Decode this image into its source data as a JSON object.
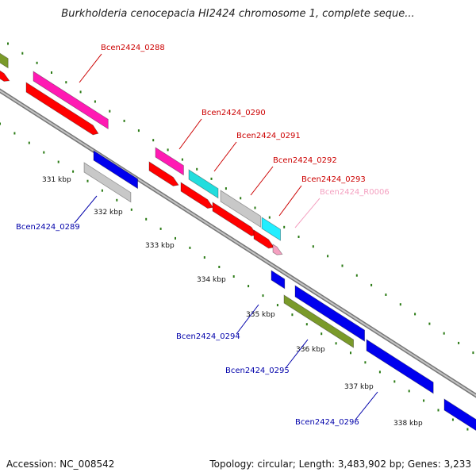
{
  "title": "Burkholderia cenocepacia HI2424 chromosome 1, complete seque...",
  "footer": {
    "accession": "Accession: NC_008542",
    "topology": "Topology: circular; Length: 3,483,902 bp; Genes: 3,233"
  },
  "colors": {
    "backbone": "#999999",
    "tick_dots": "#2a7a14",
    "label_forward": "#cc0000",
    "label_reverse": "#0000aa",
    "label_rna": "#f4a0c0"
  },
  "kbp_labels": [
    "331 kbp",
    "332 kbp",
    "333 kbp",
    "334 kbp",
    "335 kbp",
    "336 kbp",
    "337 kbp",
    "338 kbp"
  ],
  "gene_labels": [
    {
      "text": "Bcen2424_0288",
      "color": "#cc0000"
    },
    {
      "text": "Bcen2424_0290",
      "color": "#cc0000"
    },
    {
      "text": "Bcen2424_0291",
      "color": "#cc0000"
    },
    {
      "text": "Bcen2424_0292",
      "color": "#cc0000"
    },
    {
      "text": "Bcen2424_0293",
      "color": "#cc0000"
    },
    {
      "text": "Bcen2424_R0006",
      "color": "#f4a0c0"
    },
    {
      "text": "Bcen2424_0289",
      "color": "#0000aa"
    },
    {
      "text": "Bcen2424_0294",
      "color": "#0000aa"
    },
    {
      "text": "Bcen2424_0295",
      "color": "#0000aa"
    },
    {
      "text": "Bcen2424_0296",
      "color": "#0000aa"
    }
  ],
  "features": [
    {
      "name": "feature-0288-cog",
      "color": "#ff1ab3"
    },
    {
      "name": "feature-0288-cds",
      "color": "#ff0000"
    },
    {
      "name": "feature-0290-cog",
      "color": "#ff1ab3"
    },
    {
      "name": "feature-0290-cds",
      "color": "#ff0000"
    },
    {
      "name": "feature-0291-cog",
      "color": "#22dddd"
    },
    {
      "name": "feature-0291-cds",
      "color": "#ff0000"
    },
    {
      "name": "feature-0292-cog",
      "color": "#c8c8c8"
    },
    {
      "name": "feature-0292-cds",
      "color": "#ff0000"
    },
    {
      "name": "feature-0293-cog",
      "color": "#22eeff"
    },
    {
      "name": "feature-0293-cds",
      "color": "#ff0000"
    },
    {
      "name": "feature-R0006-rna",
      "color": "#f4a0c0"
    },
    {
      "name": "feature-0289-cds",
      "color": "#0000ee"
    },
    {
      "name": "feature-0289-cog",
      "color": "#c8c8c8"
    },
    {
      "name": "feature-0294-cds",
      "color": "#0000ee"
    },
    {
      "name": "feature-0295-cds",
      "color": "#0000ee"
    },
    {
      "name": "feature-0295-cog",
      "color": "#7a9a2a"
    },
    {
      "name": "feature-0296-cds",
      "color": "#0000ee"
    },
    {
      "name": "feature-next-cds",
      "color": "#0000ee"
    },
    {
      "name": "feature-prev-cog",
      "color": "#7a9a2a"
    },
    {
      "name": "feature-prev-cds",
      "color": "#ff0000"
    }
  ]
}
